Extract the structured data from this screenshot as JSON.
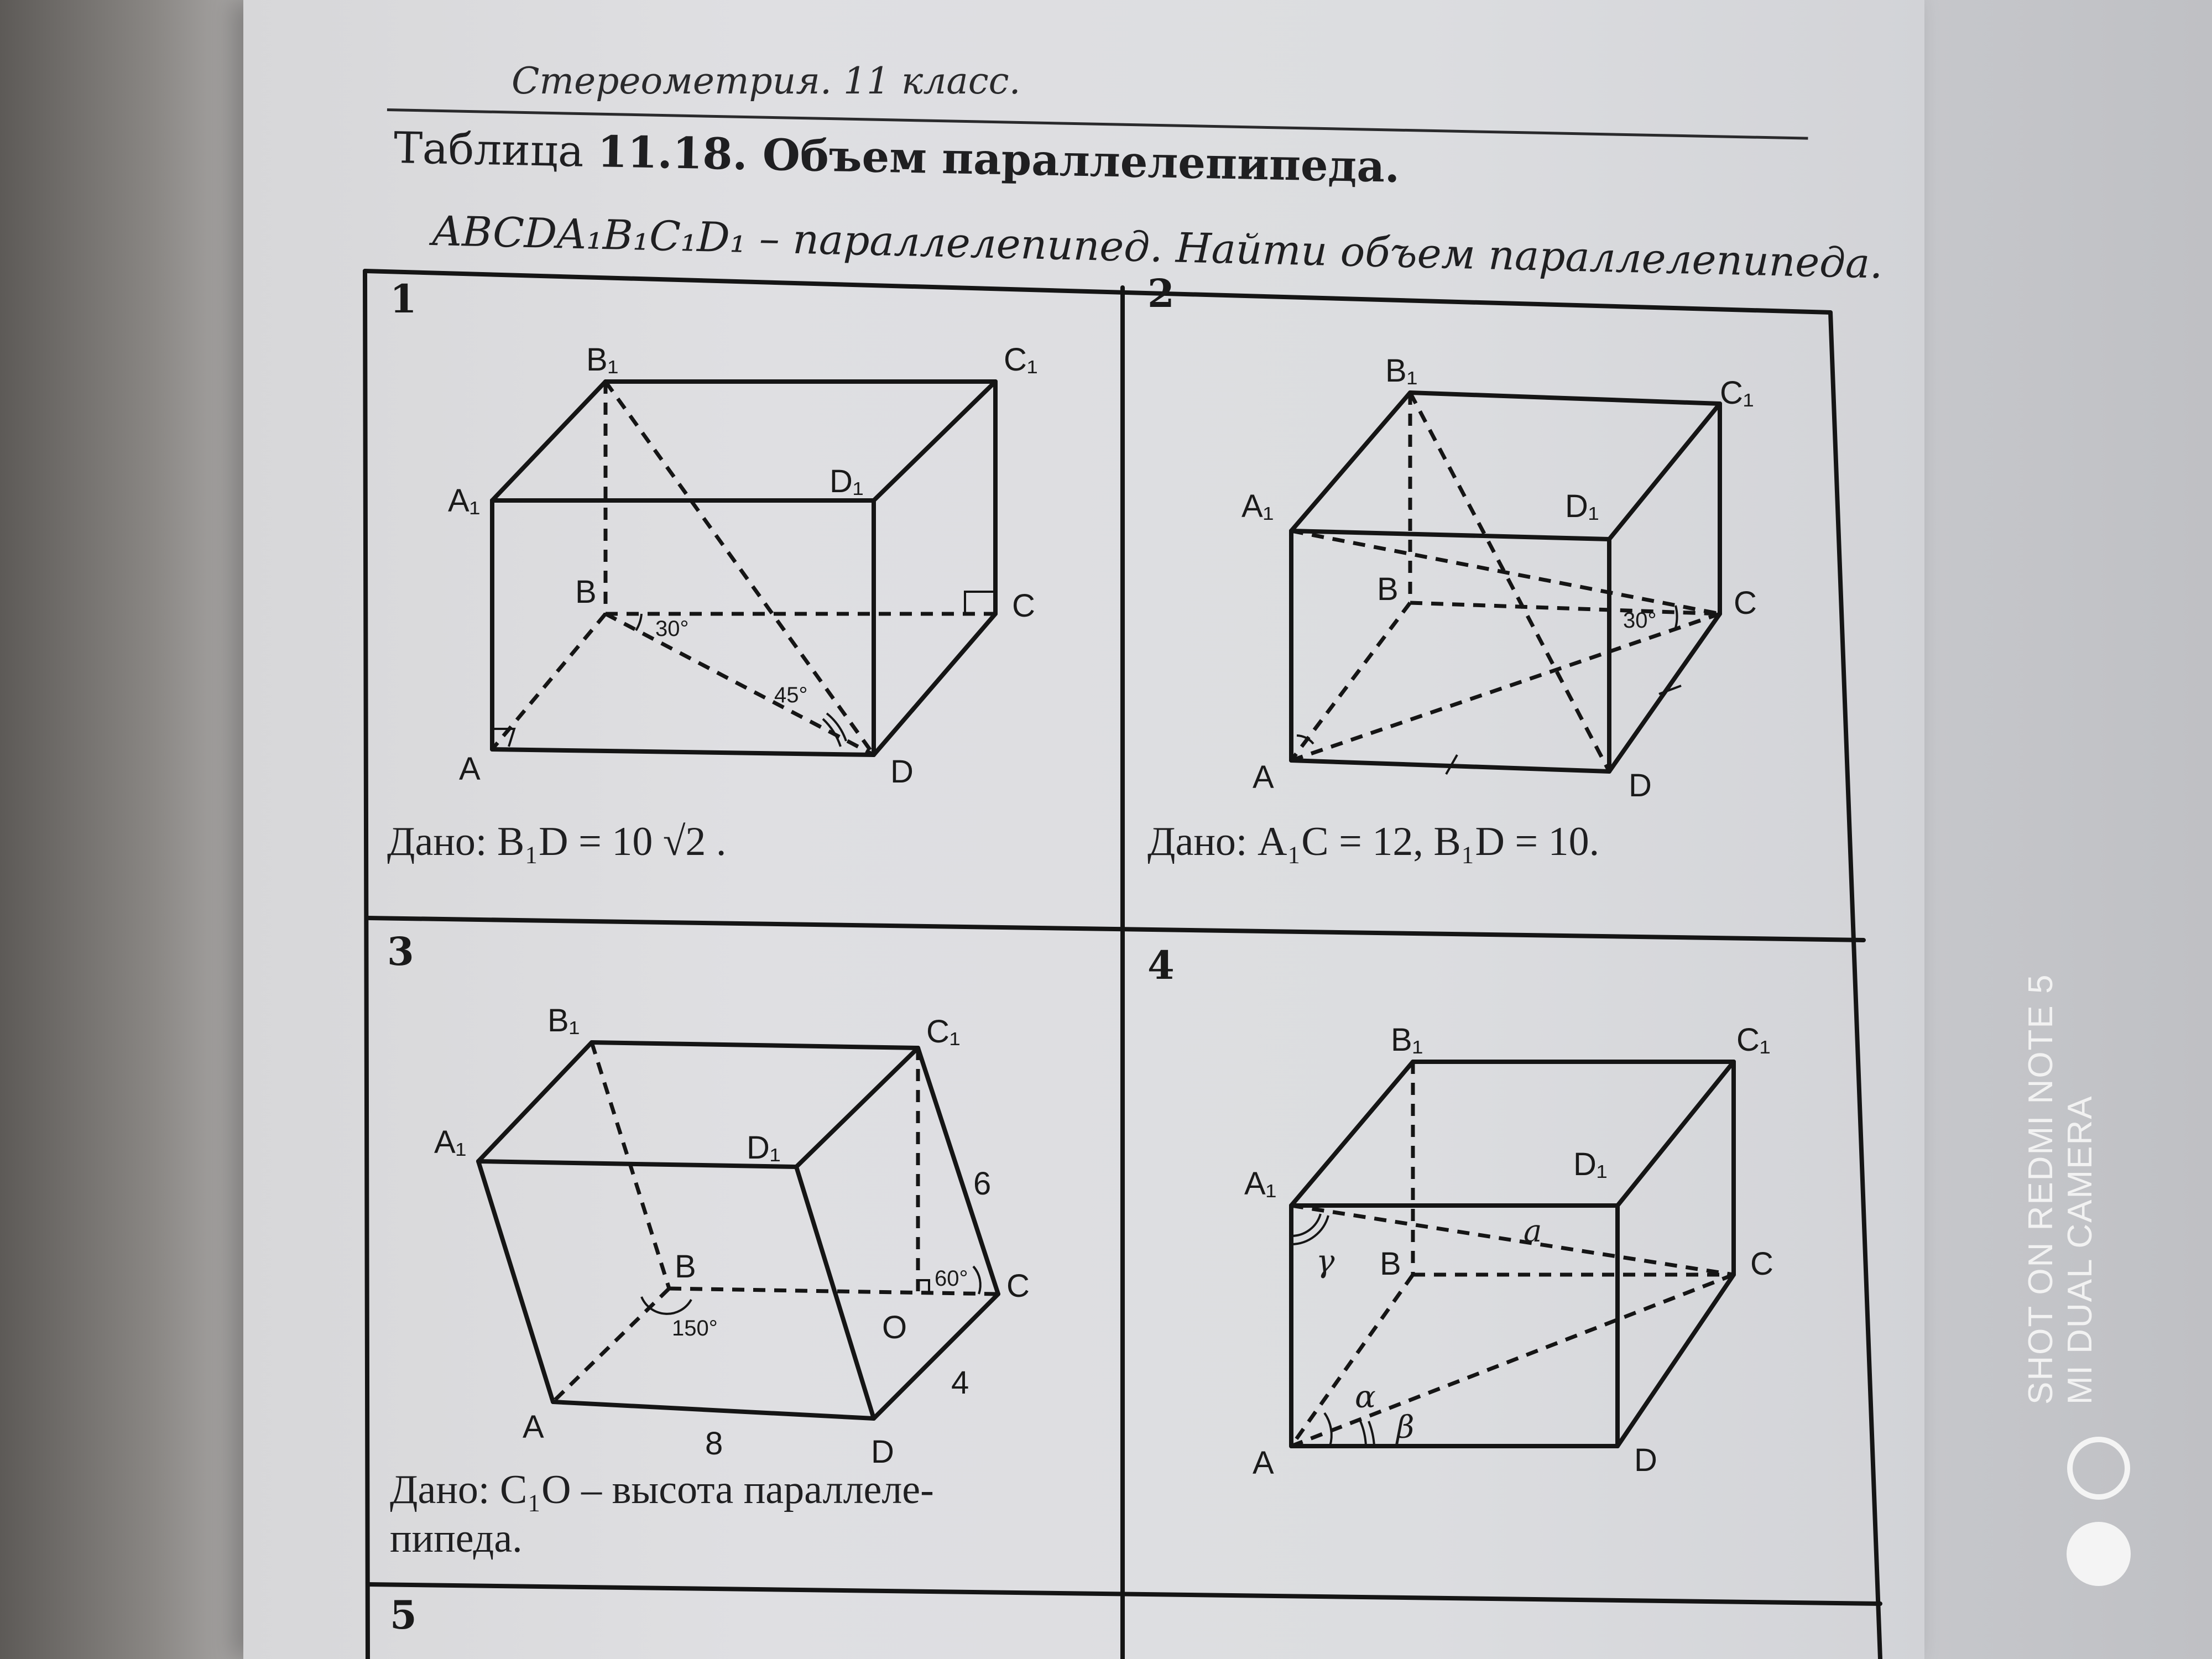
{
  "header": {
    "running_title": "Стереометрия. 11 класс."
  },
  "table": {
    "title_prefix": "Таблица ",
    "title_bold": "11.18. Объем параллелепипеда.",
    "statement": "ABCDA₁B₁C₁D₁ – параллелепипед. Найти объем параллелепипеда."
  },
  "problems": [
    {
      "number": "1",
      "given": "Дано: B₁D = 10 √2 .",
      "labels": [
        "B₁",
        "C₁",
        "A₁",
        "D₁",
        "B",
        "C",
        "A",
        "D"
      ],
      "angles": [
        "30°",
        "45°"
      ]
    },
    {
      "number": "2",
      "given": "Дано: A₁C = 12, B₁D = 10.",
      "labels": [
        "B₁",
        "C₁",
        "A₁",
        "D₁",
        "B",
        "C",
        "A",
        "D"
      ],
      "angles": [
        "30°"
      ]
    },
    {
      "number": "3",
      "given": "Дано: C₁O – высота параллеле-пипеда.",
      "labels": [
        "B₁",
        "C₁",
        "A₁",
        "D₁",
        "B",
        "C",
        "O",
        "A",
        "D"
      ],
      "angles": [
        "60°",
        "150°"
      ],
      "lengths": [
        "6",
        "4",
        "8"
      ]
    },
    {
      "number": "4",
      "given": "",
      "labels": [
        "B₁",
        "C₁",
        "A₁",
        "D₁",
        "B",
        "C",
        "A",
        "D"
      ],
      "angles": [
        "γ",
        "α",
        "β"
      ],
      "segments": [
        "a"
      ]
    },
    {
      "number": "5"
    }
  ],
  "watermark": {
    "line1": "SHOT ON REDMI NOTE 5",
    "line2": "MI DUAL CAMERA"
  }
}
